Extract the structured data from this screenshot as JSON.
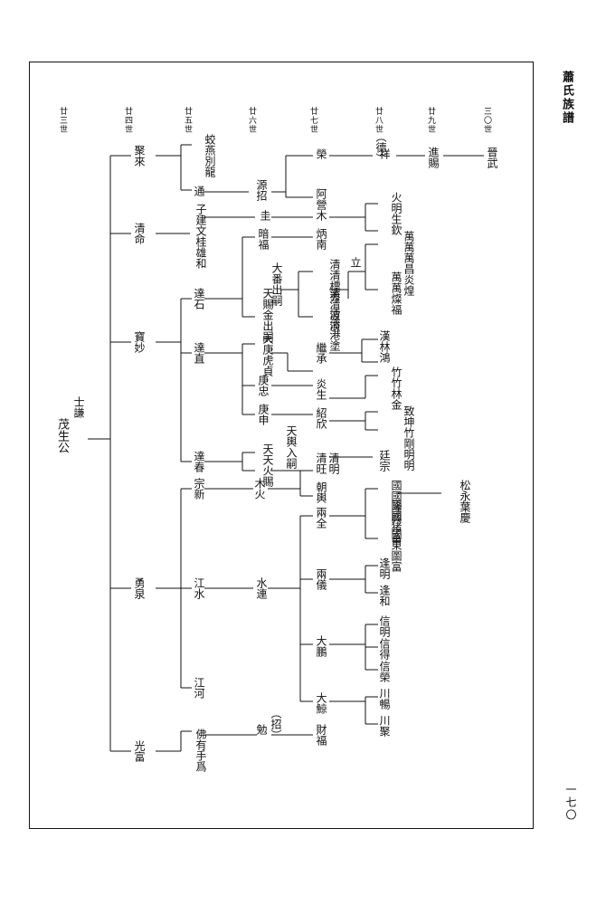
{
  "book_title": "蕭氏族譜",
  "page_number": "一七〇",
  "generations": [
    "廿三世",
    "廿四世",
    "廿五世",
    "廿六世",
    "廿七世",
    "廿八世",
    "廿九世",
    "三〇世"
  ],
  "names": {
    "root": "茂生公",
    "root_title": "士謙",
    "g24": [
      "聚來",
      "清命",
      "寶妙",
      "勇泉",
      "光富"
    ],
    "g25": [
      "通",
      "蛟燕別龍",
      "子建文桂雄和",
      "達石",
      "達直",
      "達春",
      "宗新",
      "江水",
      "江河",
      "佛有手爲"
    ],
    "g26": [
      "源招",
      "圭",
      "暗福",
      "大番出嗣",
      "天賜金出嗣",
      "天庚虎貞",
      "庚忠",
      "庚申",
      "天天火賜",
      "天輿入嗣",
      "木火",
      "水連",
      "（招）",
      "勉"
    ],
    "g27": [
      "榮",
      "阿營",
      "木",
      "炳南",
      "清清標秀",
      "清清波淡",
      "清清港塗",
      "繼承",
      "炎生",
      "紹欣",
      "清明",
      "清旺",
      "朝輿",
      "兩全",
      "兩儀",
      "大鵬",
      "大鯨",
      "財福"
    ],
    "g28": [
      "（德）",
      "祥",
      "火明生欽",
      "立",
      "萬萬萬昌炎煌",
      "萬萬燦福",
      "漢林鴻",
      "竹竹林金",
      "致坤竹剛明明",
      "廷宗",
      "國國隆興",
      "國國猪富",
      "國東圖富",
      "逢明",
      "逢和",
      "信明",
      "信得",
      "信榮",
      "川暢",
      "川聚"
    ],
    "g29": [
      "進賜",
      "松永葉慶"
    ],
    "g30": [
      "晉武"
    ]
  }
}
